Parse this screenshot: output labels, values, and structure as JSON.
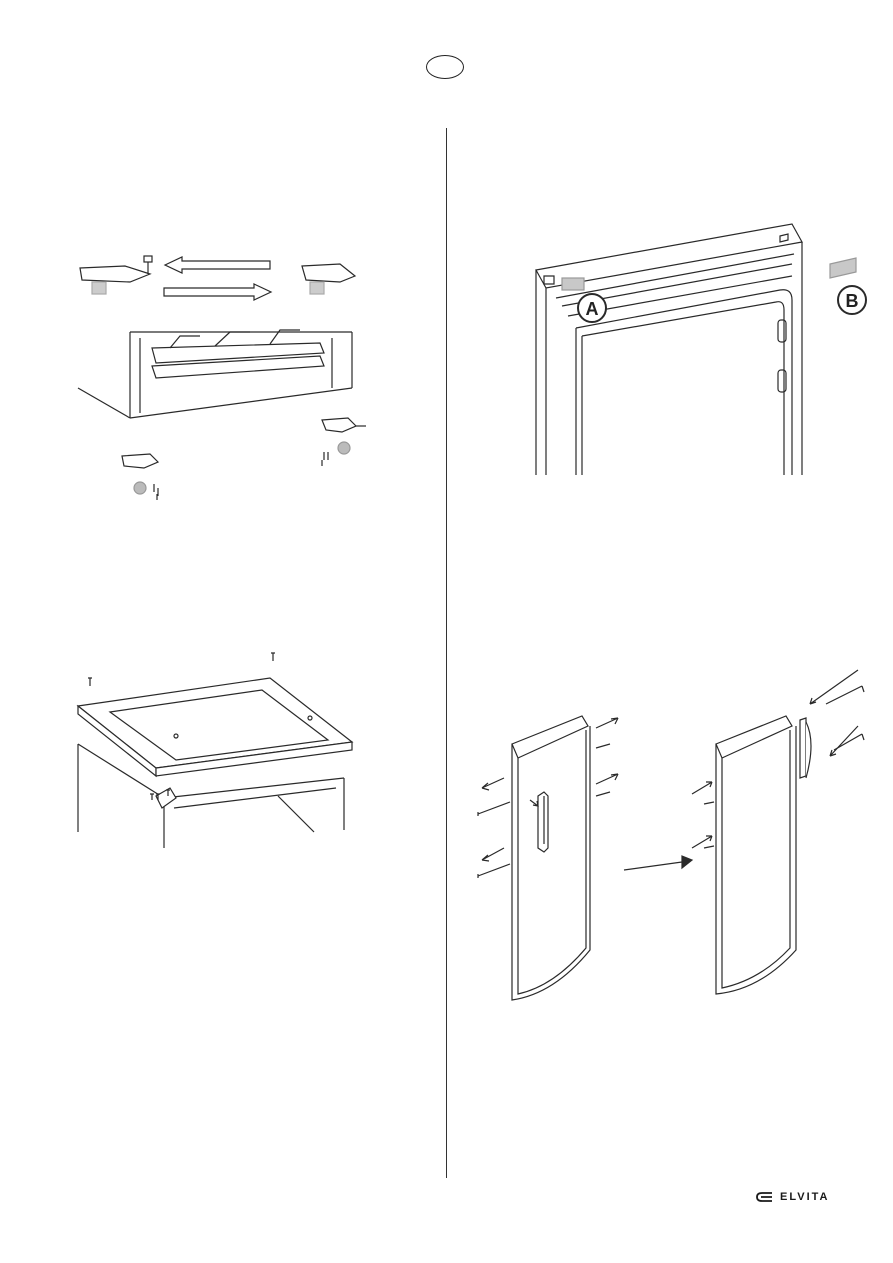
{
  "page": {
    "language_badge_text": ""
  },
  "figures": {
    "door_detail": {
      "callout_a": "A",
      "callout_b": "B"
    }
  },
  "footer": {
    "brand_name": "ELVITA",
    "brand_logo_icon": "elvita-e-logo-icon"
  },
  "colors": {
    "line": "#2a2a2a",
    "gray_fill": "#c8c8c8",
    "foot_fill": "#bfbfbf"
  }
}
